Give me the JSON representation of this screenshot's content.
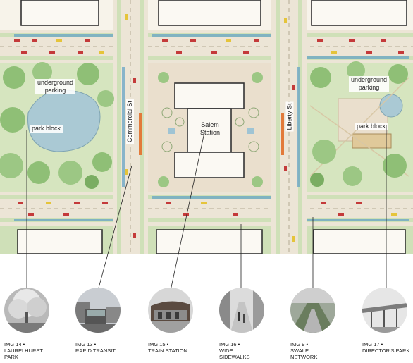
{
  "map_labels": {
    "underground_parking_left": "underground\nparking",
    "underground_parking_right": "underground\nparking",
    "park_block_left": "park block",
    "park_block_right": "park block",
    "commercial_st": "Commercial St",
    "liberty_st": "Liberty St",
    "salem_station": "Salem\nStation"
  },
  "photos": [
    {
      "id": "Img 14 •",
      "title": "LAURELHURST\nPARK",
      "icon": "tree-photo"
    },
    {
      "id": "Img 13 •",
      "title": "RAPID TRANSIT",
      "icon": "bus-photo"
    },
    {
      "id": "Img 15 •",
      "title": "TRAIN STATION",
      "icon": "station-photo"
    },
    {
      "id": "Img 16 •",
      "title": "WIDE\nSIDEWALKS",
      "icon": "sidewalk-photo"
    },
    {
      "id": "Img 9 •",
      "title": "SWALE\nNETWORK",
      "icon": "swale-photo"
    },
    {
      "id": "Img 17 •",
      "title": "DIRECTOR'S PARK",
      "icon": "canopy-photo"
    }
  ],
  "colors": {
    "street": "#efe9dc",
    "grass": "#cfe0b8",
    "tree": "#8fbf76",
    "water": "#aac9d4",
    "swale": "#5e9fc4",
    "car": "#c43a3a",
    "taxi": "#e5c43a",
    "plaza": "#eadfcd"
  }
}
